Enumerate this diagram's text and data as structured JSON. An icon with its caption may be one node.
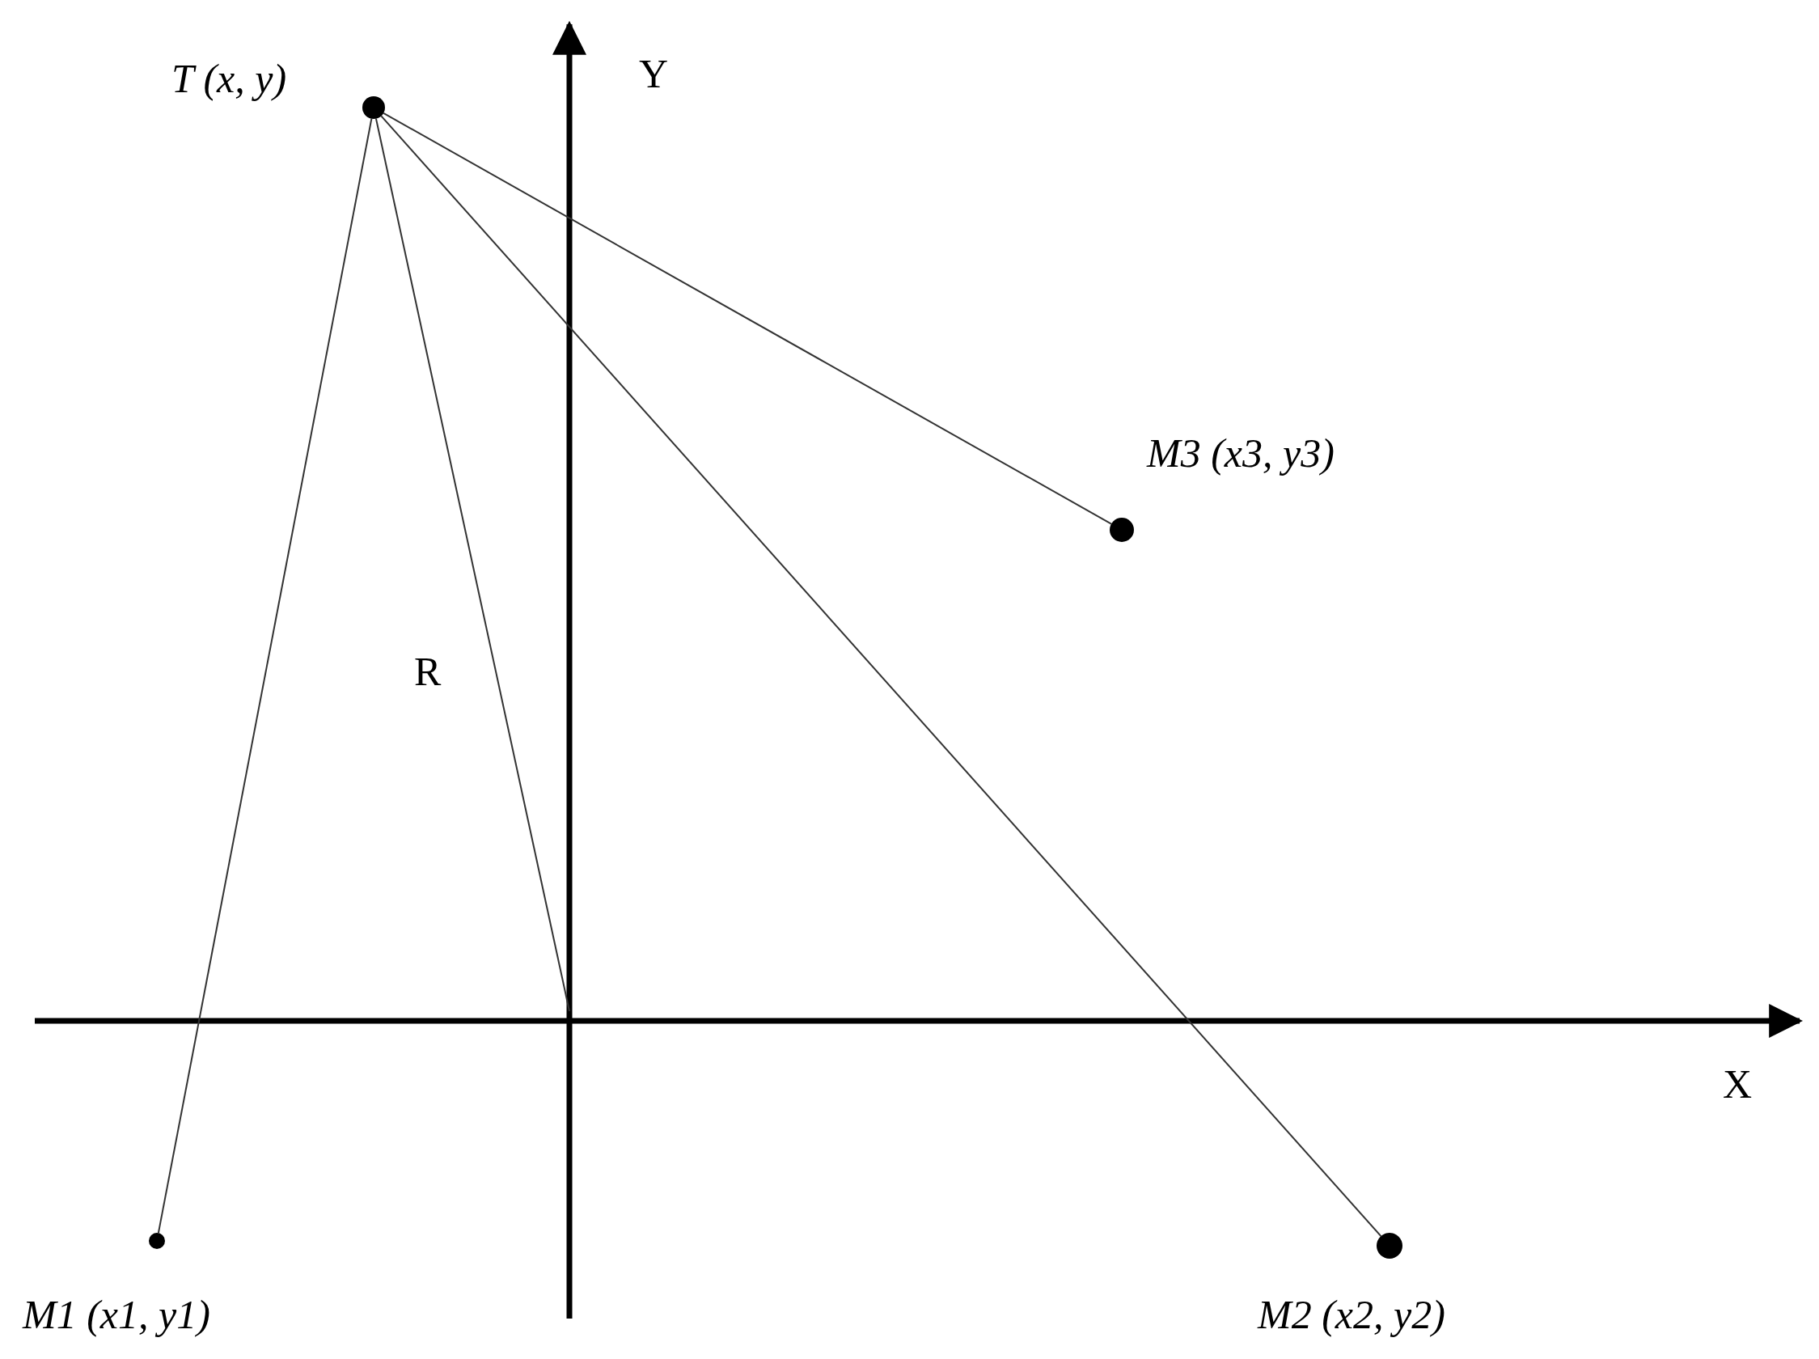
{
  "diagram": {
    "nodes": [
      {
        "text": [],
        "shape": "circle",
        "beside": [
          "T (x, y)"
        ]
      },
      {
        "text": [],
        "shape": "circle",
        "beside": [
          "M3 (x3, y3)"
        ]
      },
      {
        "text": [],
        "shape": "circle",
        "beside": [
          "M1 (x1, y1)"
        ]
      },
      {
        "text": [],
        "shape": "circle",
        "beside": [
          "M2 (x2, y2)"
        ]
      }
    ],
    "edges": [
      {
        "from": 0,
        "to": 2,
        "arrow": "none"
      },
      {
        "from": 0,
        "to": null,
        "arrow": "none",
        "label": "R"
      },
      {
        "from": 0,
        "to": 3,
        "arrow": "none"
      },
      {
        "from": 0,
        "to": 1,
        "arrow": "none"
      }
    ],
    "labels": [
      "Y",
      "X"
    ]
  }
}
